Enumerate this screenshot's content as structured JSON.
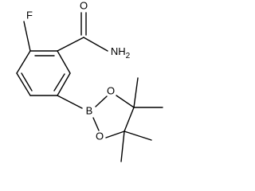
{
  "molecule": {
    "atoms": {
      "fluorine": "F",
      "amide_oxygen": "O",
      "amide_nitrogen": "NH",
      "amide_h_subscript": "2",
      "boron": "B",
      "ring_oxygen_upper": "O",
      "ring_oxygen_lower": "O"
    }
  }
}
